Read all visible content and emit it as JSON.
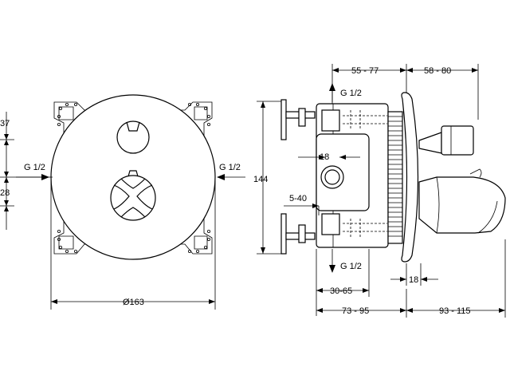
{
  "front_view": {
    "dim_top_offset": "37",
    "dim_bottom_offset": "28",
    "inlet_left": "G 1/2",
    "inlet_right": "G 1/2",
    "diameter": "Ø163"
  },
  "side_view": {
    "dim_top_body": "55 - 77",
    "dim_top_handle": "58 - 80",
    "outlet_top": "G 1/2",
    "outlet_bottom": "G 1/2",
    "dim_height": "144",
    "dim_spacing": "18",
    "dim_adjust": "5-40",
    "dim_plate": "18",
    "dim_depth_inner": "30-65",
    "dim_depth_body": "73 - 95",
    "dim_depth_handle": "93 - 115"
  }
}
